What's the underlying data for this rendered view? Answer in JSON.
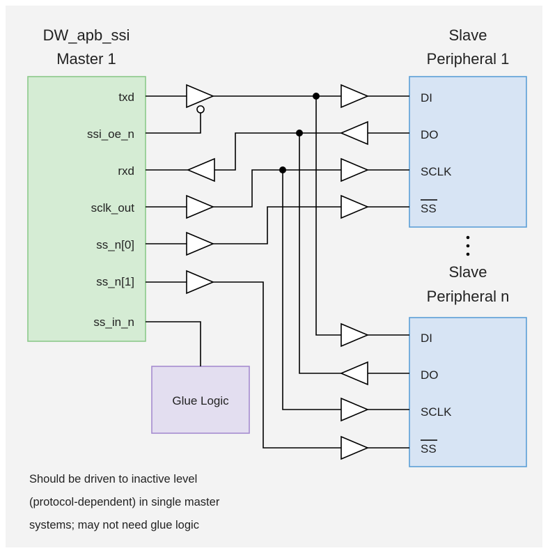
{
  "colors": {
    "background": "#f3f3f3",
    "master_fill": "#d5ecd4",
    "master_border": "#8cc98a",
    "slave_fill": "#d7e4f4",
    "slave_border": "#5b9fd6",
    "glue_fill": "#e3def0",
    "glue_border": "#a58bd0",
    "wire": "#000000"
  },
  "master": {
    "title_line1": "DW_apb_ssi",
    "title_line2": "Master 1",
    "pins": [
      "txd",
      "ssi_oe_n",
      "rxd",
      "sclk_out",
      "ss_n[0]",
      "ss_n[1]",
      "ss_in_n"
    ]
  },
  "slave1": {
    "title_line1": "Slave",
    "title_line2": "Peripheral 1",
    "pins": [
      "DI",
      "DO",
      "SCLK",
      "SS"
    ]
  },
  "slaven": {
    "title_line1": "Slave",
    "title_line2": "Peripheral n",
    "pins": [
      "DI",
      "DO",
      "SCLK",
      "SS"
    ]
  },
  "glue": {
    "label": "Glue Logic"
  },
  "note": {
    "line1": "Should be driven to inactive level",
    "line2": "(protocol-dependent) in single master",
    "line3": "systems; may not need glue logic"
  }
}
